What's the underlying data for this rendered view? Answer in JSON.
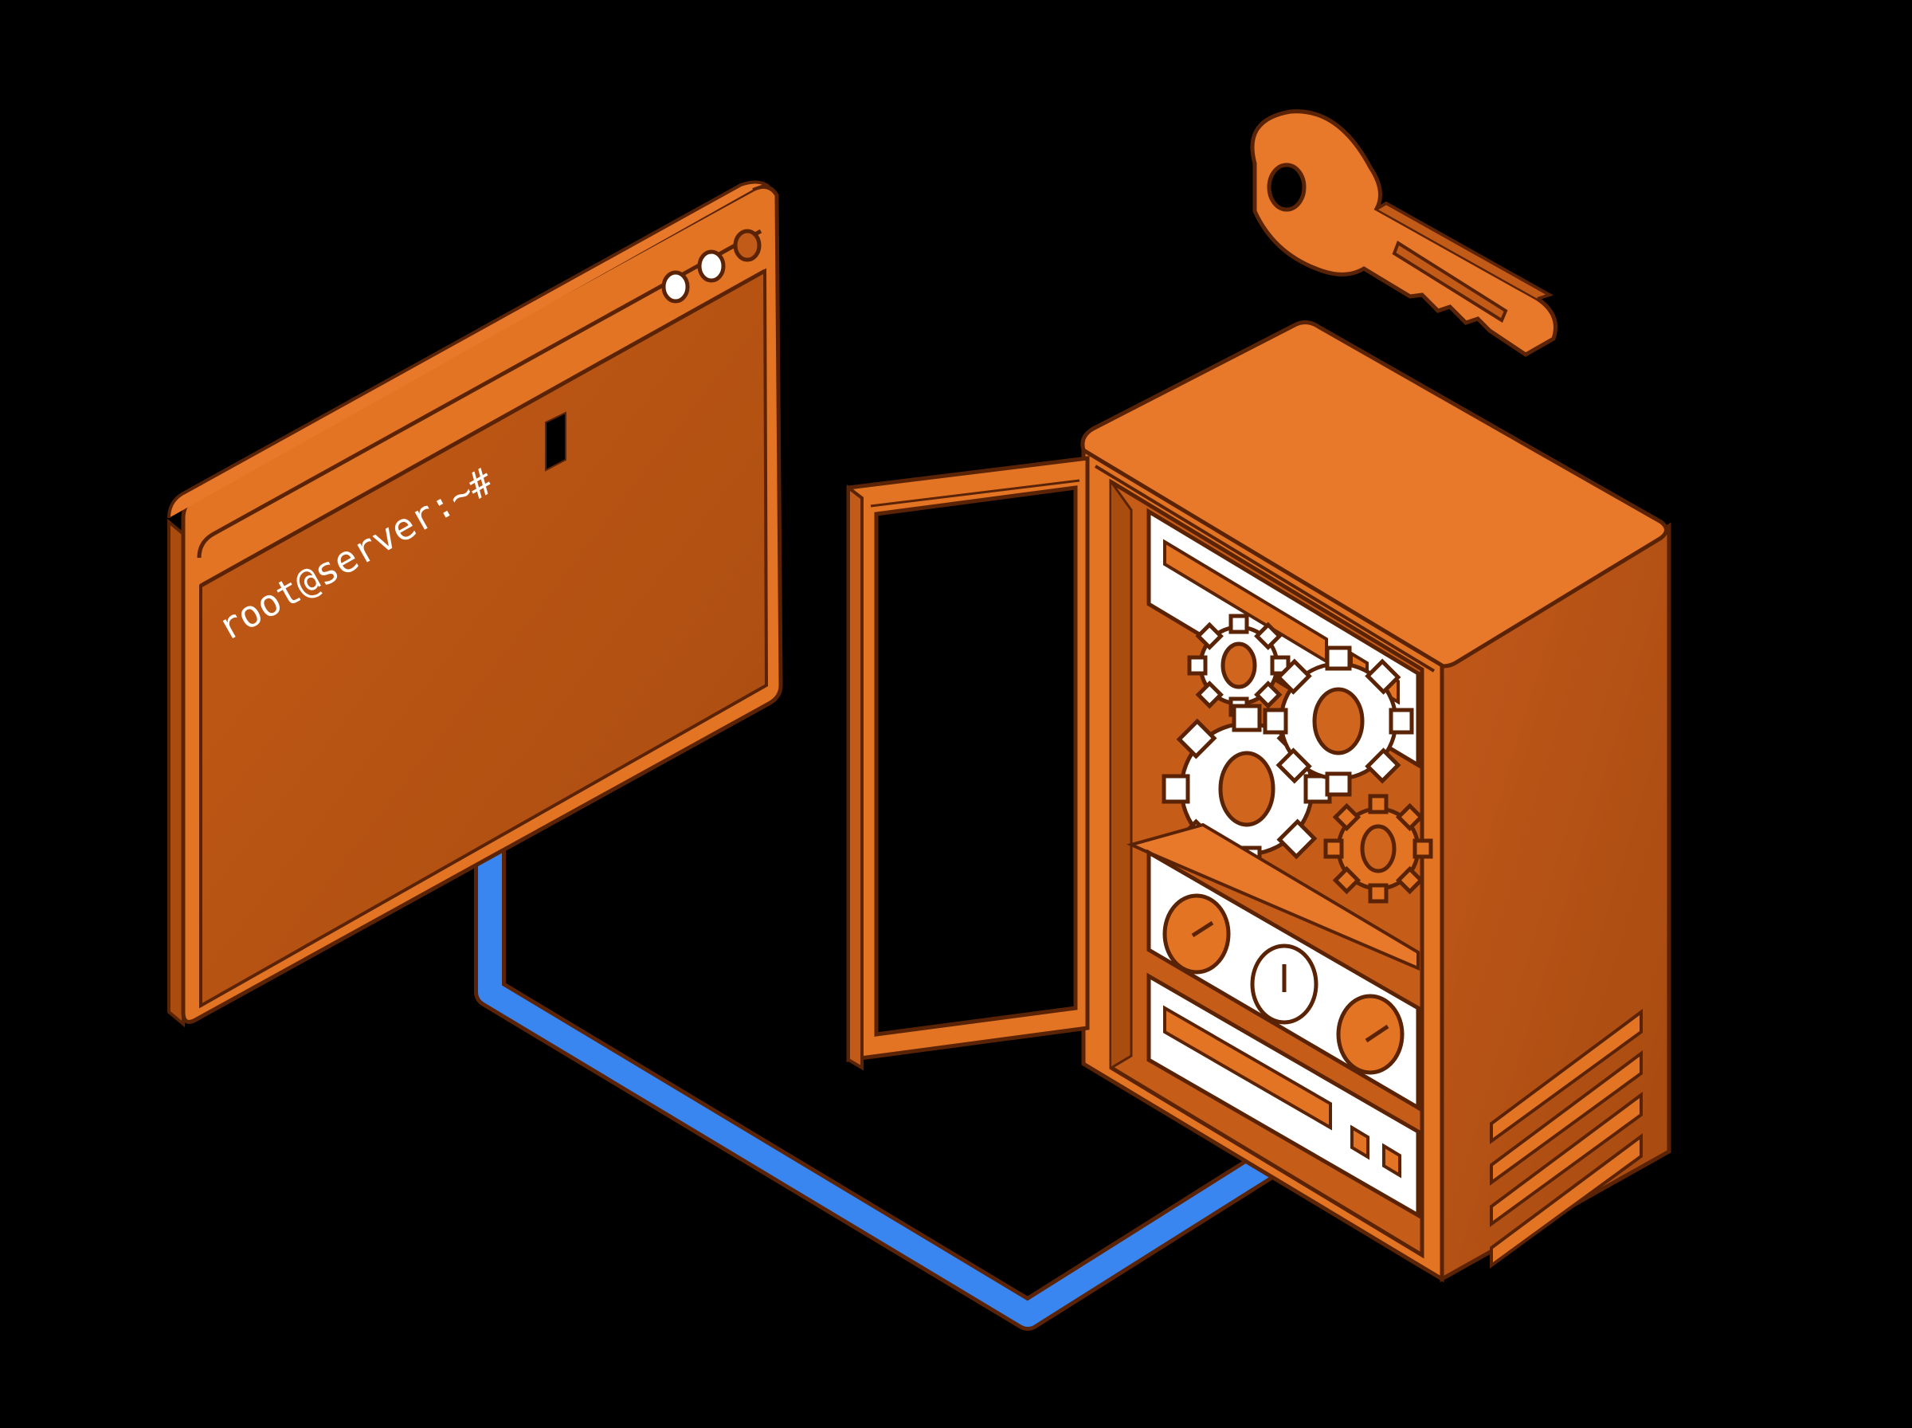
{
  "terminal": {
    "prompt": "root@server:~#",
    "window_buttons": [
      "white",
      "white",
      "dark"
    ],
    "cursor": "block"
  },
  "colors": {
    "background": "#000000",
    "orange_light": "#E8782A",
    "orange_mid": "#D0651E",
    "orange_dark": "#B04F12",
    "outline": "#5A2306",
    "panel_white": "#FFFFFF",
    "cable_blue": "#3A86F0"
  },
  "server": {
    "rack_units": [
      "drive-bay-top",
      "gears",
      "gauges",
      "drive-bay-bottom"
    ],
    "gauges": 3,
    "vent_slots": 4,
    "door_state": "open"
  },
  "key": {
    "present": true
  },
  "cable": {
    "connects": [
      "terminal",
      "server"
    ]
  }
}
